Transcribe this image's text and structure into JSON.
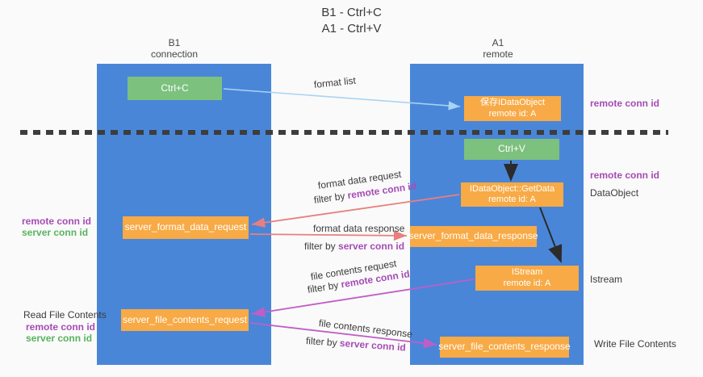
{
  "title": {
    "line1": "B1 - Ctrl+C",
    "line2": "A1 - Ctrl+V"
  },
  "lanes": {
    "left": {
      "name": "B1",
      "subtitle": "connection"
    },
    "right": {
      "name": "A1",
      "subtitle": "remote"
    }
  },
  "boxes": {
    "ctrl_c": {
      "label": "Ctrl+C"
    },
    "ctrl_v": {
      "label": "Ctrl+V"
    },
    "save_dataobject": {
      "line1": "保存IDataObject",
      "line2": "remote id: A"
    },
    "getdata": {
      "line1": "IDataObject::GetData",
      "line2": "remote id: A"
    },
    "istream": {
      "line1": "IStream",
      "line2": "remote id: A"
    },
    "format_request": {
      "label": "server_format_data_request"
    },
    "format_response": {
      "label": "server_format_data_response"
    },
    "file_request": {
      "label": "server_file_contents_request"
    },
    "file_response": {
      "label": "server_file_contents_response"
    }
  },
  "flow_labels": {
    "format_list": "format list",
    "format_data_request": "format data request",
    "format_data_response": "format data response",
    "file_contents_request": "file contents request",
    "file_contents_response": "file contents response",
    "filter_by": "filter by ",
    "remote_conn_id": "remote conn id",
    "server_conn_id": "server conn id"
  },
  "side_labels": {
    "left_remote_conn_id": "remote conn id",
    "left_server_conn_id": "server conn id",
    "read_file_contents": "Read File Contents",
    "left_remote_conn_id_2": "remote conn id",
    "left_server_conn_id_2": "server conn id",
    "right_remote_conn_id_top": "remote conn id",
    "right_remote_conn_id_mid": "remote conn id",
    "dataobject": "DataObject",
    "istream": "Istream",
    "write_file_contents": "Write File Contents"
  },
  "colors": {
    "bg": "#fafafa",
    "ink": "#3b3b3b",
    "lane": "#4a86d8",
    "orange": "#f7aa46",
    "green": "#7cc17e",
    "lblue": "#a9d3f2",
    "salmon": "#e87f7f",
    "magenta": "#c05ec6",
    "purple": "#a54cb5",
    "tgreen": "#56b45c",
    "dash": "#3d3d3d"
  }
}
